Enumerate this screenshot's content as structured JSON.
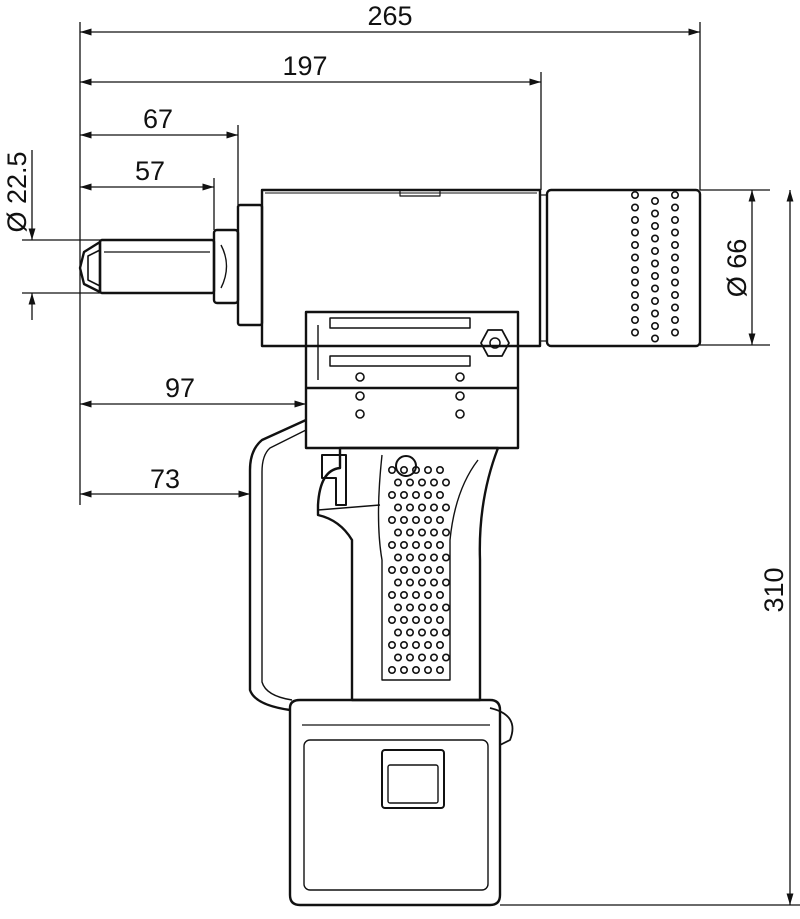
{
  "dimensions": {
    "overall_length": "265",
    "length_197": "197",
    "length_67": "67",
    "length_57": "57",
    "nose_diameter": "Ø 22.5",
    "grip_offset_97": "97",
    "grip_offset_73": "73",
    "body_diameter": "Ø 66",
    "overall_height": "310"
  },
  "colors": {
    "line": "#111111",
    "background": "#ffffff"
  }
}
